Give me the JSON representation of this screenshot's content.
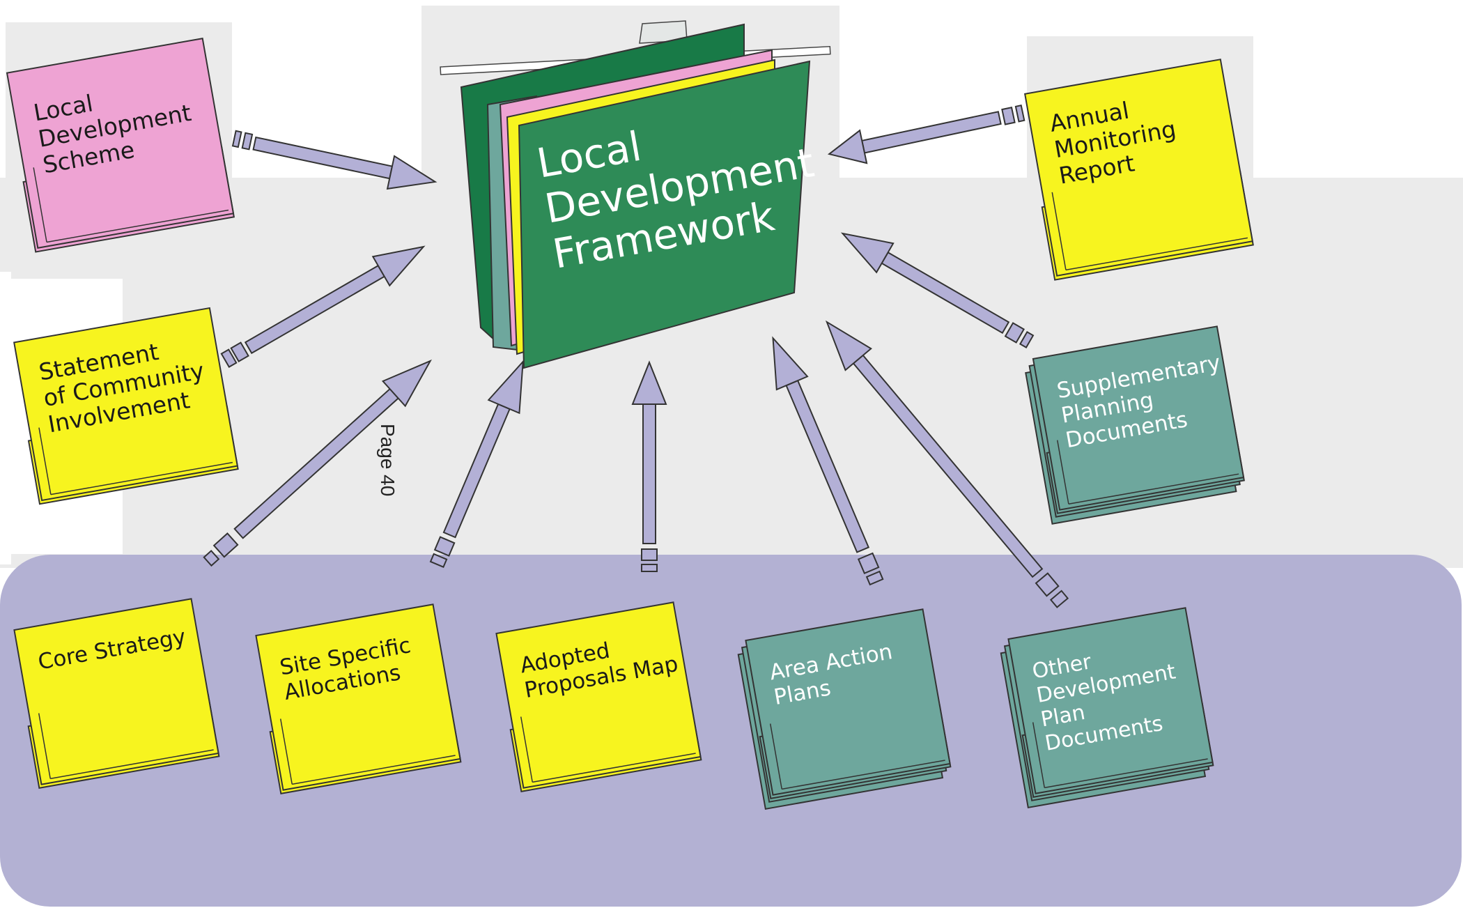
{
  "title": "Local Development Framework",
  "title_lines": [
    "Local",
    "Development",
    "Framework"
  ],
  "page_number": "Page 40",
  "colors": {
    "green_folder": "#2e8b57",
    "pink_folder": "#eea3d3",
    "yellow_folder": "#f7f41f",
    "teal_folder": "#6ea79d",
    "arrow_fill": "#b3b0d6",
    "background_band": "#ebebeb",
    "bottom_panel": "#b3b1d3"
  },
  "documents": [
    {
      "id": "lds",
      "lines": [
        "Local",
        "Development",
        "Scheme"
      ],
      "color": "pink"
    },
    {
      "id": "sci",
      "lines": [
        "Statement",
        "of Community",
        "Involvement"
      ],
      "color": "yellow"
    },
    {
      "id": "amr",
      "lines": [
        "Annual",
        "Monitoring",
        "Report"
      ],
      "color": "yellow"
    },
    {
      "id": "spd",
      "lines": [
        "Supplementary",
        "Planning",
        "Documents"
      ],
      "color": "teal"
    },
    {
      "id": "core",
      "lines": [
        "Core Strategy"
      ],
      "color": "yellow"
    },
    {
      "id": "ssa",
      "lines": [
        "Site Specific",
        "Allocations"
      ],
      "color": "yellow"
    },
    {
      "id": "apm",
      "lines": [
        "Adopted",
        "Proposals Map"
      ],
      "color": "yellow"
    },
    {
      "id": "aap",
      "lines": [
        "Area Action",
        "Plans"
      ],
      "color": "teal"
    },
    {
      "id": "oth",
      "lines": [
        "Other",
        "Development",
        "Plan",
        "Documents"
      ],
      "color": "teal"
    }
  ]
}
